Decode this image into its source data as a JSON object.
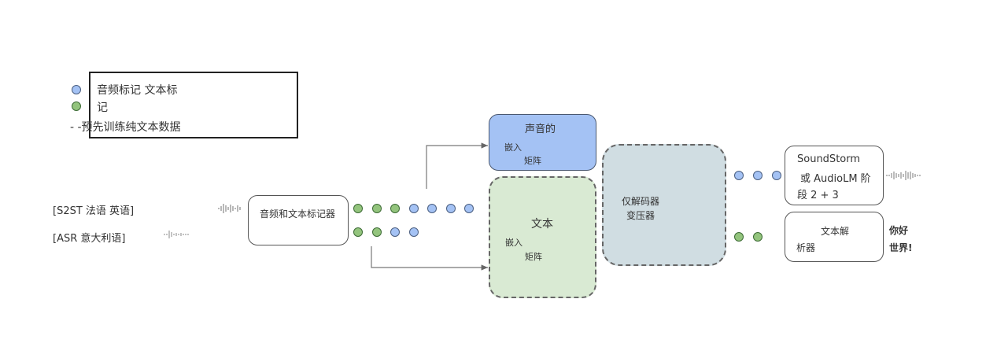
{
  "legend": {
    "audio_label": "音频标记 文本标",
    "text_label": "记",
    "dashed_label": "- -预先训练纯文本数据"
  },
  "inputs": {
    "s2st": "[S2ST 法语 英语]",
    "asr": "[ASR 意大利语]"
  },
  "tokenizer": {
    "label": "音频和文本标记器"
  },
  "token_rows": {
    "row1": [
      "green",
      "green",
      "green",
      "blue",
      "blue",
      "blue",
      "blue"
    ],
    "row2": [
      "green",
      "green",
      "blue",
      "blue"
    ]
  },
  "audio_embedding": {
    "title": "声音的",
    "line1": "嵌入",
    "line2": "矩阵"
  },
  "text_embedding": {
    "title": "文本",
    "line1": "嵌入",
    "line2": "矩阵"
  },
  "decoder": {
    "line1": "仅解码器",
    "line2": "变压器"
  },
  "output_tokens": {
    "audio": [
      "blue",
      "blue",
      "blue"
    ],
    "text": [
      "green",
      "green"
    ]
  },
  "soundstorm": {
    "line1": "SoundStorm",
    "line2": "或 AudioLM 阶",
    "line3": "段 2 + 3"
  },
  "text_detokenizer": {
    "line1": "文本解",
    "line2": "析器"
  },
  "text_output": {
    "line1": "你好",
    "line2": "世界!"
  },
  "icons": {
    "waveform": "waveform-icon",
    "arrow": "arrow-right-icon"
  },
  "colors": {
    "audio_token": "#a4c2f4",
    "text_token": "#93c47d",
    "audio_embedding_fill": "#a4c2f4",
    "text_embedding_fill": "#d9ead3",
    "decoder_fill": "#d0dde2"
  }
}
